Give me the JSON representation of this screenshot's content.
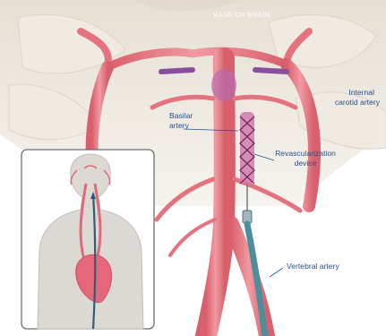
{
  "header": {
    "title": "BASE OF BRAIN"
  },
  "labels": {
    "basilar": [
      "Basilar",
      "artery"
    ],
    "carotid": [
      "Internal",
      "carotid artery"
    ],
    "device": [
      "Revascularization",
      "device"
    ],
    "vertebral": [
      "Vertebral artery"
    ]
  },
  "colors": {
    "artery": "#e4737d",
    "artery_light": "#f1a3aa",
    "brain": "#eae4d8",
    "label": "#27508a",
    "device": "#a8326d",
    "catheter": "#4e8e9a"
  }
}
